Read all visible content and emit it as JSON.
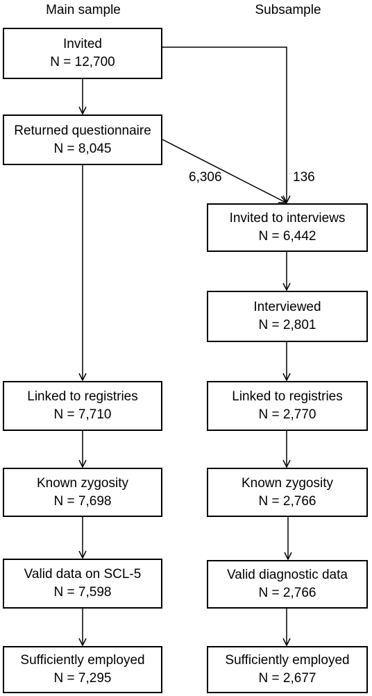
{
  "columns": {
    "main": "Main sample",
    "sub": "Subsample"
  },
  "boxes": {
    "invited": {
      "label": "Invited",
      "count": "N = 12,700"
    },
    "returned": {
      "label": "Returned questionnaire",
      "count": "N = 8,045"
    },
    "main_linked": {
      "label": "Linked to registries",
      "count": "N = 7,710"
    },
    "main_zygosity": {
      "label": "Known zygosity",
      "count": "N = 7,698"
    },
    "main_valid": {
      "label": "Valid data on SCL-5",
      "count": "N = 7,598"
    },
    "main_employed": {
      "label": "Sufficiently employed",
      "count": "N = 7,295"
    },
    "invited_int": {
      "label": "Invited to interviews",
      "count": "N = 6,442"
    },
    "interviewed": {
      "label": "Interviewed",
      "count": "N = 2,801"
    },
    "sub_linked": {
      "label": "Linked to registries",
      "count": "N = 2,770"
    },
    "sub_zygosity": {
      "label": "Known zygosity",
      "count": "N = 2,766"
    },
    "sub_valid": {
      "label": "Valid diagnostic data",
      "count": "N = 2,766"
    },
    "sub_employed": {
      "label": "Sufficiently employed",
      "count": "N = 2,677"
    }
  },
  "edge_labels": {
    "from_returned": "6,306",
    "from_invited": "136"
  }
}
